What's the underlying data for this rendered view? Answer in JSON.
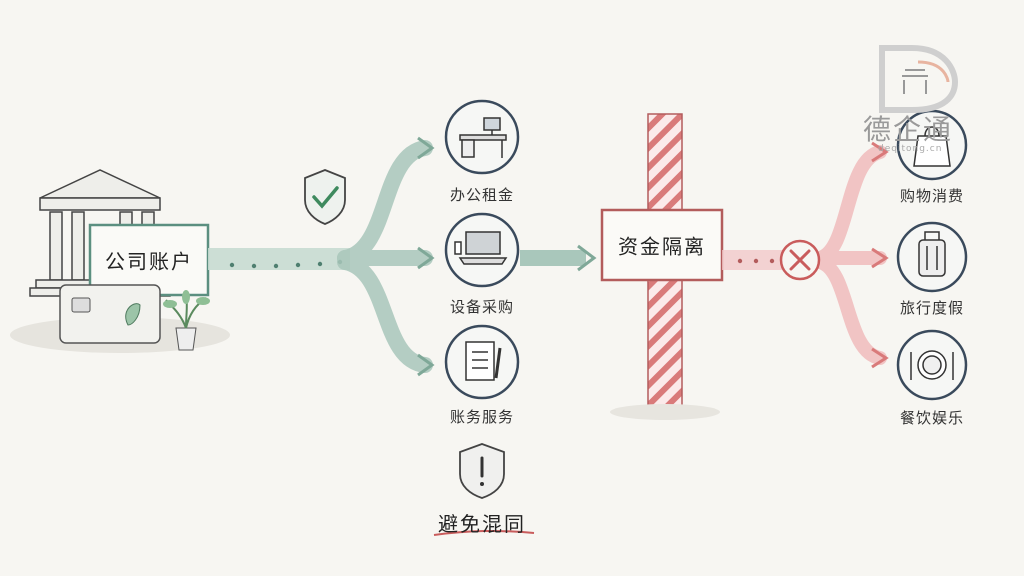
{
  "company_account": "公司账户",
  "middle_items": [
    {
      "label": "办公租金",
      "icon": "desk-icon"
    },
    {
      "label": "设备采购",
      "icon": "laptop-icon"
    },
    {
      "label": "账务服务",
      "icon": "notebook-icon"
    }
  ],
  "separation_box": "资金隔离",
  "right_items": [
    {
      "label": "购物消费",
      "icon": "shopping-bag-icon"
    },
    {
      "label": "旅行度假",
      "icon": "suitcase-icon"
    },
    {
      "label": "餐饮娱乐",
      "icon": "dining-plate-icon"
    }
  ],
  "warning_label": "避免混同",
  "logo": {
    "name": "德企通",
    "sub": "deqitong.cn"
  },
  "colors": {
    "green": "#7fa898",
    "red": "#d97a7a",
    "icon_border": "#3a4a5c",
    "check": "#3e8a5e"
  }
}
